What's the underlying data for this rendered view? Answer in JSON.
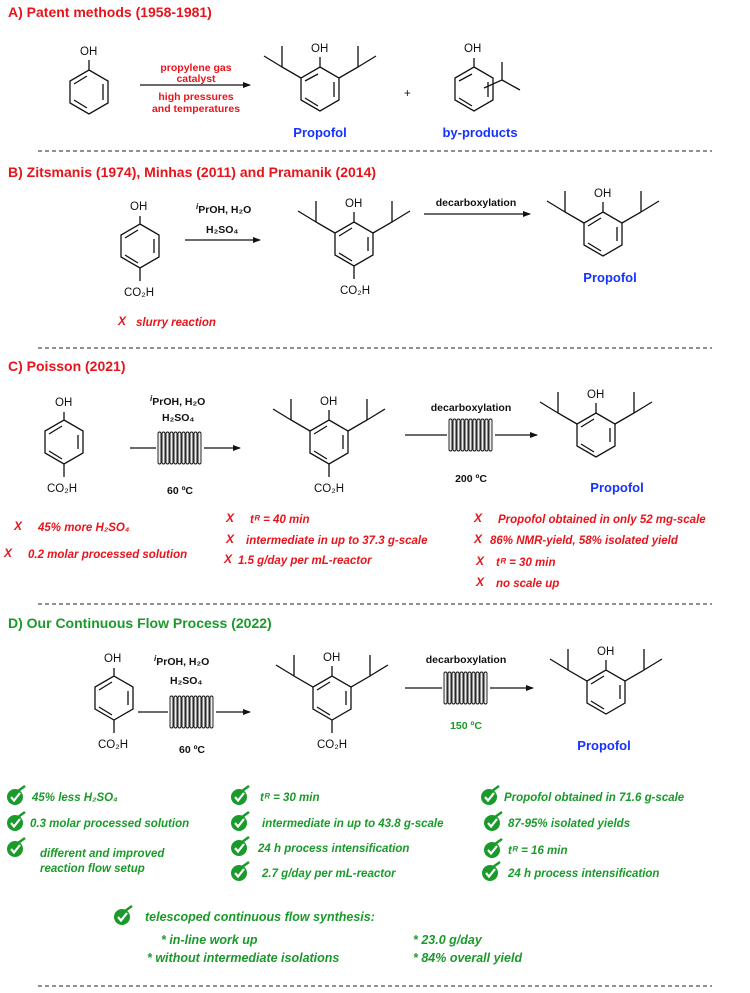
{
  "sections": {
    "a": {
      "title": "A) Patent methods (1958-1981)",
      "cond_top": [
        "propylene gas",
        "catalyst"
      ],
      "cond_bottom": [
        "high pressures",
        "and temperatures"
      ],
      "product": "Propofol",
      "plus": "+",
      "byproduct": "by-products"
    },
    "b": {
      "title": "B) Zitsmanis (1974), Minhas (2011) and Pramanik (2014)",
      "reagent_i": "i",
      "reagent_rest": "PrOH, H₂O",
      "acid": "H₂SO₄",
      "step2": "decarboxylation",
      "product": "Propofol",
      "note": "slurry reaction"
    },
    "c": {
      "title": "C) Poisson (2021)",
      "reagent_i": "i",
      "reagent_rest": "PrOH, H₂O",
      "acid": "H₂SO₄",
      "temp1": "60 ºC",
      "step2": "decarboxylation",
      "temp2": "200 ºC",
      "product": "Propofol",
      "notes": [
        "45% more H₂SO₄",
        "0.2 molar processed solution",
        "tᴿ = 40 min",
        "intermediate  in up to 37.3 g-scale",
        "1.5 g/day per mL-reactor",
        "Propofol obtained in only 52 mg-scale",
        "86% NMR-yield, 58% isolated yield",
        "tᴿ = 30 min",
        "no scale up"
      ]
    },
    "d": {
      "title": "D) Our Continuous Flow Process (2022)",
      "reagent_i": "i",
      "reagent_rest": "PrOH, H₂O",
      "acid": "H₂SO₄",
      "temp1": "60 ºC",
      "step2": "decarboxylation",
      "temp2": "150 ºC",
      "product": "Propofol",
      "notes": [
        "45% less H₂SO₄",
        "0.3 molar processed solution",
        "different and improved",
        "reaction flow setup",
        "tᴿ = 30 min",
        "intermediate in up to 43.8 g-scale",
        "24 h process intensification",
        "2.7 g/day per mL-reactor",
        "Propofol obtained in 71.6 g-scale",
        "87-95% isolated yields",
        "tᴿ = 16 min",
        "24 h process intensification"
      ],
      "summary_title": "telescoped continuous flow synthesis:",
      "summary": [
        "* in-line work up",
        "* without intermediate isolations",
        "* 23.0 g/day",
        "* 84% overall yield"
      ]
    }
  },
  "atoms": {
    "oh": "OH",
    "co2h": "CO₂H"
  },
  "marks": {
    "cross": "X"
  },
  "colors": {
    "red": "#e8141b",
    "green": "#1a9a2a",
    "blue": "#1533ff"
  }
}
